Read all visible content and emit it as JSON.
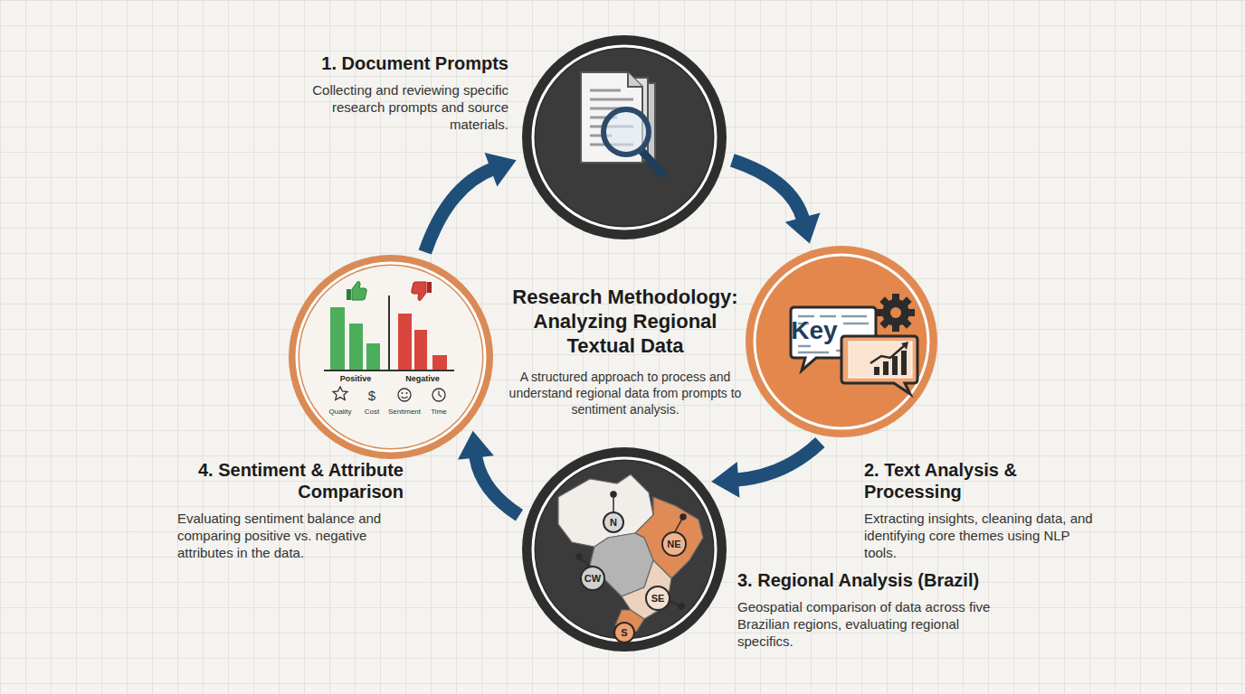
{
  "diagram": {
    "title": "Research Methodology: Analyzing Regional Textual Data",
    "caption": "A structured approach to process and understand regional data from prompts to sentiment analysis.",
    "nodes": [
      {
        "text": [
          "1. Document Prompts",
          "Collecting and reviewing specific research prompts and source materials."
        ]
      },
      {
        "text": [
          "2. Text Analysis & Processing",
          "Extracting insights, cleaning data, and identifying core themes using NLP tools."
        ]
      },
      {
        "text": [
          "3. Regional Analysis (Brazil)",
          "Geospatial comparison of data across five Brazilian regions, evaluating regional specifics."
        ]
      },
      {
        "text": [
          "4. Sentiment & Attribute Comparison",
          "Evaluating sentiment balance and comparing positive vs. negative attributes in the data."
        ]
      }
    ],
    "edges": [
      {
        "from": 0,
        "to": 1,
        "arrow": "to"
      },
      {
        "from": 1,
        "to": 2,
        "arrow": "to"
      },
      {
        "from": 2,
        "to": 3,
        "arrow": "to"
      },
      {
        "from": 3,
        "to": 0,
        "arrow": "to"
      }
    ],
    "labels": [
      "Key",
      "N",
      "NE",
      "CW",
      "SE",
      "S",
      "Positive",
      "Negative",
      "Quality",
      "$",
      "Cost",
      "Sentiment",
      "Time"
    ]
  }
}
